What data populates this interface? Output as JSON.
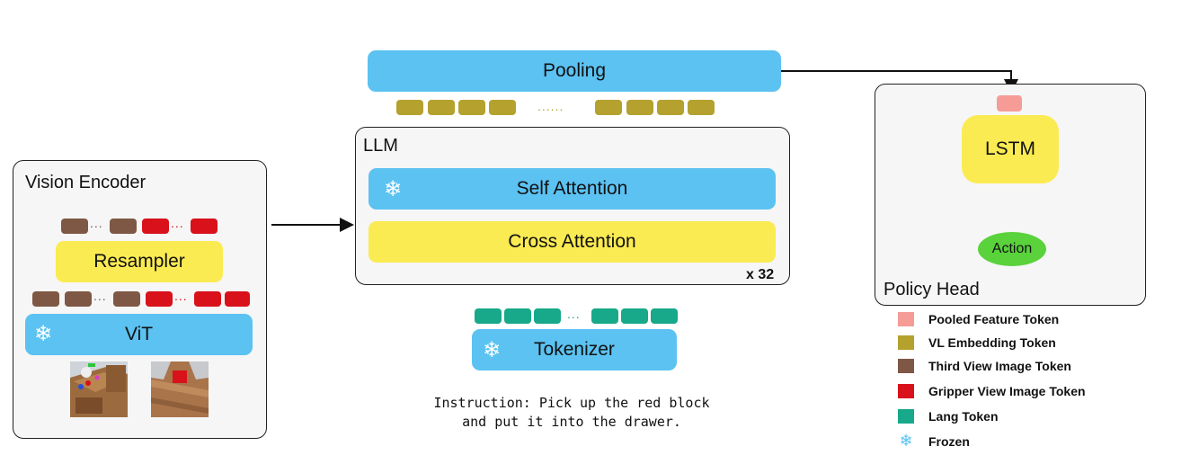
{
  "vision_encoder": {
    "title": "Vision Encoder",
    "resampler": "Resampler",
    "vit": "ViT"
  },
  "llm": {
    "title": "LLM",
    "self_attention": "Self Attention",
    "cross_attention": "Cross Attention",
    "repeat": "x 32"
  },
  "pooling": "Pooling",
  "tokenizer": "Tokenizer",
  "instruction": {
    "line1": "Instruction: Pick up the red block",
    "line2": "and put it into the drawer."
  },
  "policy_head": {
    "title": "Policy Head",
    "lstm": "LSTM",
    "action": "Action"
  },
  "dots": {
    "short": "...",
    "long": "......"
  },
  "legend": [
    {
      "label": "Pooled Feature Token",
      "color": "#f59c96"
    },
    {
      "label": "VL Embedding Token",
      "color": "#b4a12e"
    },
    {
      "label": "Third View Image Token",
      "color": "#7e5845"
    },
    {
      "label": "Gripper View Image Token",
      "color": "#d9111b"
    },
    {
      "label": "Lang Token",
      "color": "#17a989"
    },
    {
      "label": "Frozen",
      "icon": "snowflake-icon"
    }
  ],
  "colors": {
    "blue": "#5bc2f2",
    "yellow": "#fbeb52",
    "action_green": "#59d23b",
    "pooled": "#f59c96",
    "vl": "#b4a12e",
    "third": "#7e5845",
    "gripper": "#d9111b",
    "lang": "#17a989"
  }
}
